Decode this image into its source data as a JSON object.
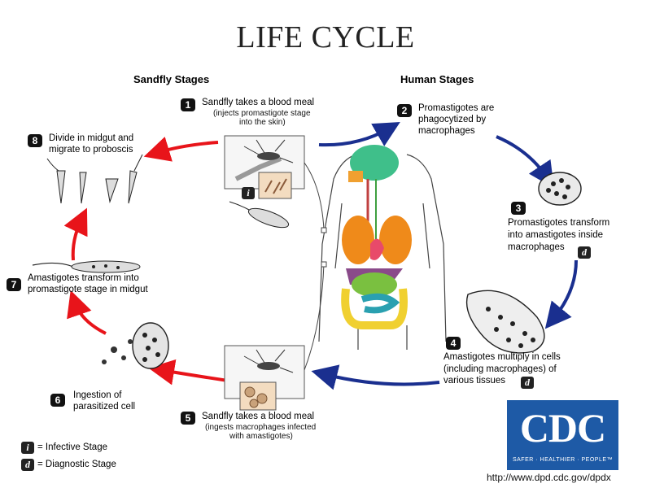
{
  "title": "LIFE CYCLE",
  "headers": {
    "sandfly": "Sandfly Stages",
    "human": "Human Stages"
  },
  "steps": [
    {
      "num": "1",
      "line1": "Sandfly takes a blood meal",
      "line2": "(injects promastigote stage",
      "line3": "into the skin)"
    },
    {
      "num": "2",
      "line1": "Promastigotes are",
      "line2": "phagocytized by",
      "line3": "macrophages"
    },
    {
      "num": "3",
      "line1": "Promastigotes transform",
      "line2": "into amastigotes inside",
      "line3": "macrophages"
    },
    {
      "num": "4",
      "line1": "Amastigotes multiply in cells",
      "line2": "(including macrophages) of",
      "line3": "various tissues"
    },
    {
      "num": "5",
      "line1": "Sandfly takes a blood meal",
      "line2": "(ingests macrophages infected",
      "line3": "with amastigotes)"
    },
    {
      "num": "6",
      "line1": "Ingestion of",
      "line2": "parasitized cell"
    },
    {
      "num": "7",
      "line1": "Amastigotes transform into",
      "line2": "promastigote stage in midgut"
    },
    {
      "num": "8",
      "line1": "Divide in midgut and",
      "line2": "migrate to proboscis"
    }
  ],
  "stage_letters": {
    "infective": "i",
    "diagnostic": "d"
  },
  "legend": {
    "infective_label": "= Infective Stage",
    "diagnostic_label": "= Diagnostic Stage"
  },
  "logo": {
    "text": "CDC",
    "tagline": "SAFER · HEALTHIER · PEOPLE™"
  },
  "url": "http://www.dpd.cdc.gov/dpdx",
  "colors": {
    "sandfly_arrow": "#e8141a",
    "human_arrow": "#1a2f8f",
    "logo_blue": "#1e5aa6"
  }
}
